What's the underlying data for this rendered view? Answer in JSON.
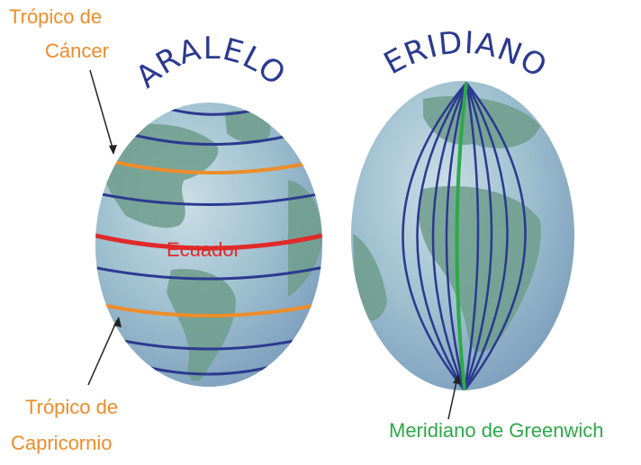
{
  "left_globe": {
    "title": "PARALELOS",
    "label_cancer_line1": "Trópico de",
    "label_cancer_line2": "Cáncer",
    "label_equator": "Ecuador",
    "label_capricorn_line1": "Trópico de",
    "label_capricorn_line2": "Capricornio"
  },
  "right_globe": {
    "title": "MERIDIANOS",
    "label_greenwich": "Meridiano de Greenwich"
  },
  "colors": {
    "ocean": "#8fb8c9",
    "land": "#6f9d8c",
    "lines": "#2b3a8f",
    "tropic": "#ee8c2a",
    "equator": "#e02a2a",
    "greenwich": "#2ea84a",
    "title": "#2b3a8f"
  }
}
